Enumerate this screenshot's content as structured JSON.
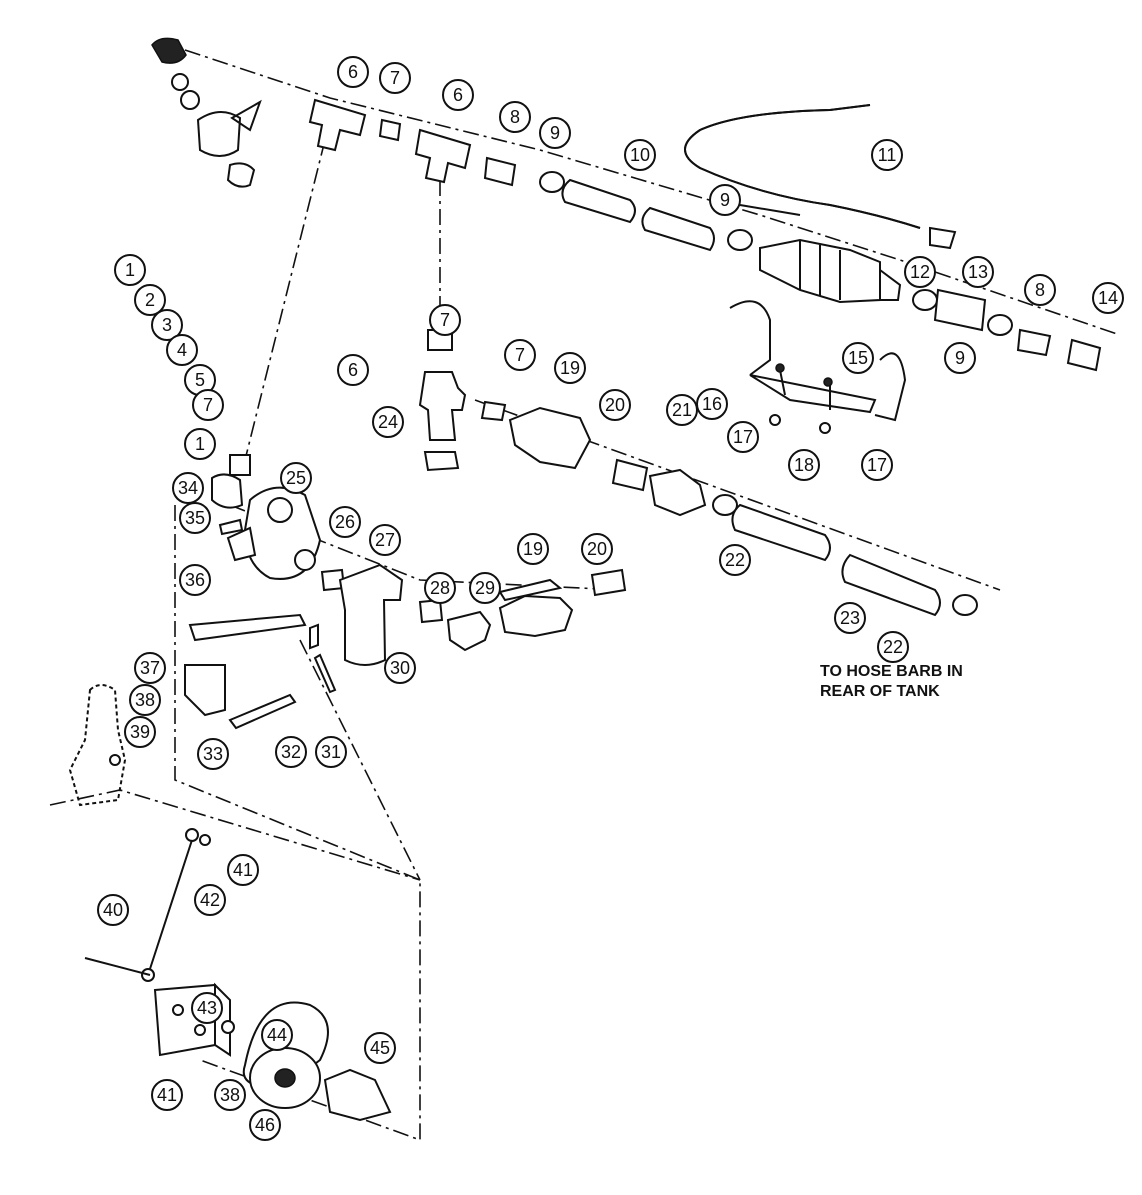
{
  "diagram": {
    "callouts": [
      "1",
      "2",
      "3",
      "4",
      "5",
      "6",
      "6",
      "7",
      "8",
      "9",
      "10",
      "11",
      "9",
      "12",
      "13",
      "8",
      "14",
      "9",
      "7",
      "7",
      "6",
      "19",
      "15",
      "16",
      "24",
      "20",
      "21",
      "17",
      "18",
      "17",
      "7",
      "1",
      "25",
      "34",
      "35",
      "26",
      "27",
      "28",
      "29",
      "19",
      "20",
      "22",
      "23",
      "22",
      "36",
      "30",
      "37",
      "38",
      "33",
      "32",
      "31",
      "39",
      "41",
      "42",
      "40",
      "43",
      "44",
      "45",
      "41",
      "38",
      "46"
    ],
    "note_lines": [
      "TO HOSE BARB IN",
      "REAR OF TANK"
    ]
  }
}
